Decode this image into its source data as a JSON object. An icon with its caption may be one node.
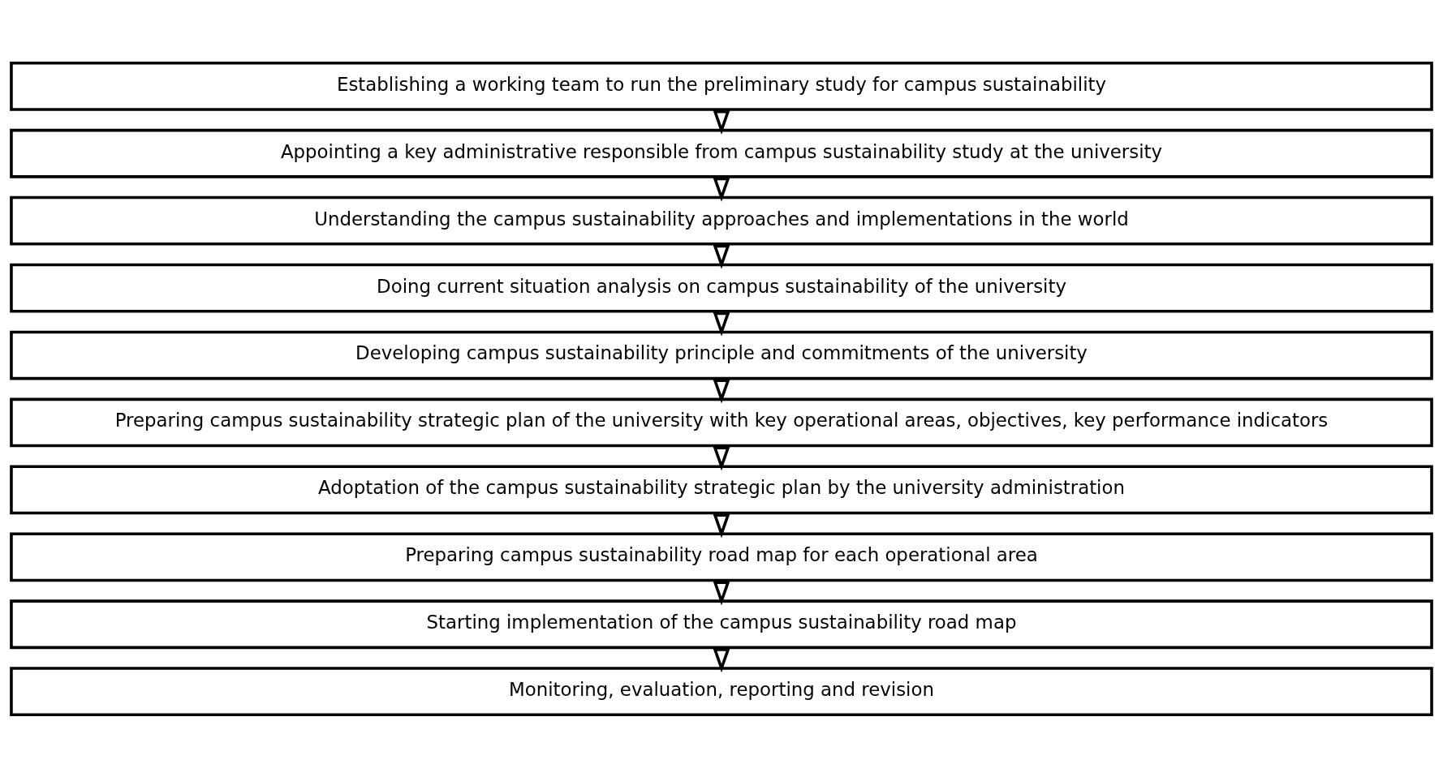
{
  "diagram": {
    "nodes": [
      {
        "text": [
          "Establishing a working team to run the preliminary study for campus sustainability"
        ]
      },
      {
        "text": [
          "Appointing a key administrative responsible from campus sustainability study at the university"
        ]
      },
      {
        "text": [
          "Understanding the campus sustainability approaches and implementations in the world"
        ]
      },
      {
        "text": [
          "Doing current situation analysis on campus sustainability of the university"
        ]
      },
      {
        "text": [
          "Developing campus sustainability principle and commitments of the university"
        ]
      },
      {
        "text": [
          "Preparing campus sustainability strategic plan of the university with key operational areas, objectives, key performance indicators"
        ]
      },
      {
        "text": [
          "Adoptation of the campus sustainability strategic plan by the university administration"
        ]
      },
      {
        "text": [
          "Preparing campus sustainability road map for each operational area"
        ]
      },
      {
        "text": [
          "Starting implementation of the campus sustainability road map"
        ]
      },
      {
        "text": [
          "Monitoring, evaluation, reporting and revision"
        ]
      }
    ],
    "edges": [
      {
        "from": 0,
        "to": 1,
        "arrow": "to"
      },
      {
        "from": 1,
        "to": 2,
        "arrow": "to"
      },
      {
        "from": 2,
        "to": 3,
        "arrow": "to"
      },
      {
        "from": 3,
        "to": 4,
        "arrow": "to"
      },
      {
        "from": 4,
        "to": 5,
        "arrow": "to"
      },
      {
        "from": 5,
        "to": 6,
        "arrow": "to"
      },
      {
        "from": 6,
        "to": 7,
        "arrow": "to"
      },
      {
        "from": 7,
        "to": 8,
        "arrow": "to"
      },
      {
        "from": 8,
        "to": 9,
        "arrow": "to"
      }
    ]
  }
}
